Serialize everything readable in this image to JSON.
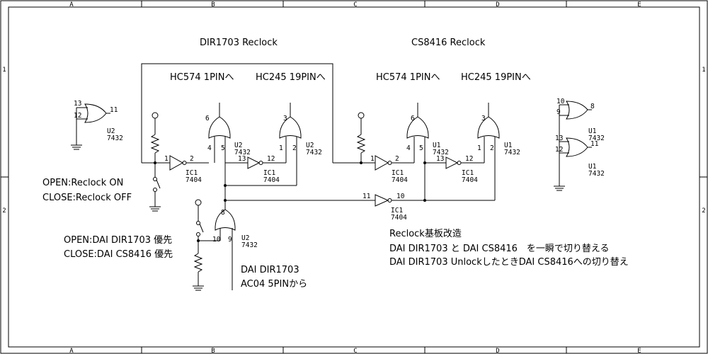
{
  "frame": {
    "columns": [
      "A",
      "B",
      "C",
      "D",
      "E"
    ],
    "rows": [
      "1",
      "2"
    ]
  },
  "titles": {
    "dir_reclock": "DIR1703 Reclock",
    "cs_reclock": "CS8416 Reclock",
    "hc574_a": "HC574 1PINへ",
    "hc245_a": "HC245 19PINへ",
    "hc574_b": "HC574 1PINへ",
    "hc245_b": "HC245 19PINへ"
  },
  "switch1": {
    "open_text": "OPEN:Reclock ON",
    "close_text": "CLOSE:Reclock OFF"
  },
  "switch2": {
    "open_text": "OPEN:DAI DIR1703 優先",
    "close_text": "CLOSE:DAI CS8416 優先"
  },
  "dai_input": {
    "line1": "DAI DIR1703",
    "line2": "AC04 5PINから"
  },
  "notes": {
    "line1": "Reclock基板改造",
    "line2": "DAI DIR1703 と DAI CS8416　を一瞬で切り替える",
    "line3": "DAI DIR1703 UnlockしたときDAI CS8416への切り替え"
  },
  "parts": {
    "u2": "U2",
    "u1": "U1",
    "ic1": "IC1",
    "or_type": "7432",
    "inv_type": "7404"
  },
  "pins": {
    "p1": "1",
    "p2": "2",
    "p3": "3",
    "p4": "4",
    "p5": "5",
    "p6": "6",
    "p8": "8",
    "p9": "9",
    "p10": "10",
    "p11": "11",
    "p12": "12",
    "p13": "13"
  }
}
